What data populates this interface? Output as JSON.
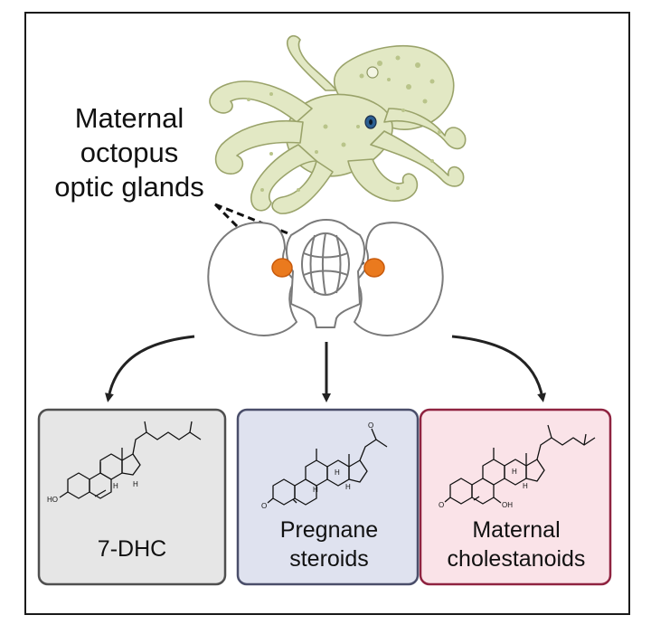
{
  "octopus_label": {
    "line1": "Maternal",
    "line2": "octopus",
    "line3": "optic glands"
  },
  "boxes": [
    {
      "line1": "7-DHC",
      "line2": "",
      "fill": "#e6e6e6",
      "stroke": "#4f4f4f"
    },
    {
      "line1": "Pregnane",
      "line2": "steroids",
      "fill": "#dfe2ef",
      "stroke": "#4a4e6a"
    },
    {
      "line1": "Maternal",
      "line2": "cholestanoids",
      "fill": "#fae3e8",
      "stroke": "#8f2340"
    }
  ],
  "molecule_labels": {
    "hydroxy": "HO",
    "oxo": "O",
    "hydroxyl": "OH",
    "hydrogen": "H"
  },
  "colors": {
    "octopus": "#e2e8c4",
    "gland": "#ea7a1e",
    "brain_outline": "#7a7a7a",
    "arrow": "#222222"
  }
}
